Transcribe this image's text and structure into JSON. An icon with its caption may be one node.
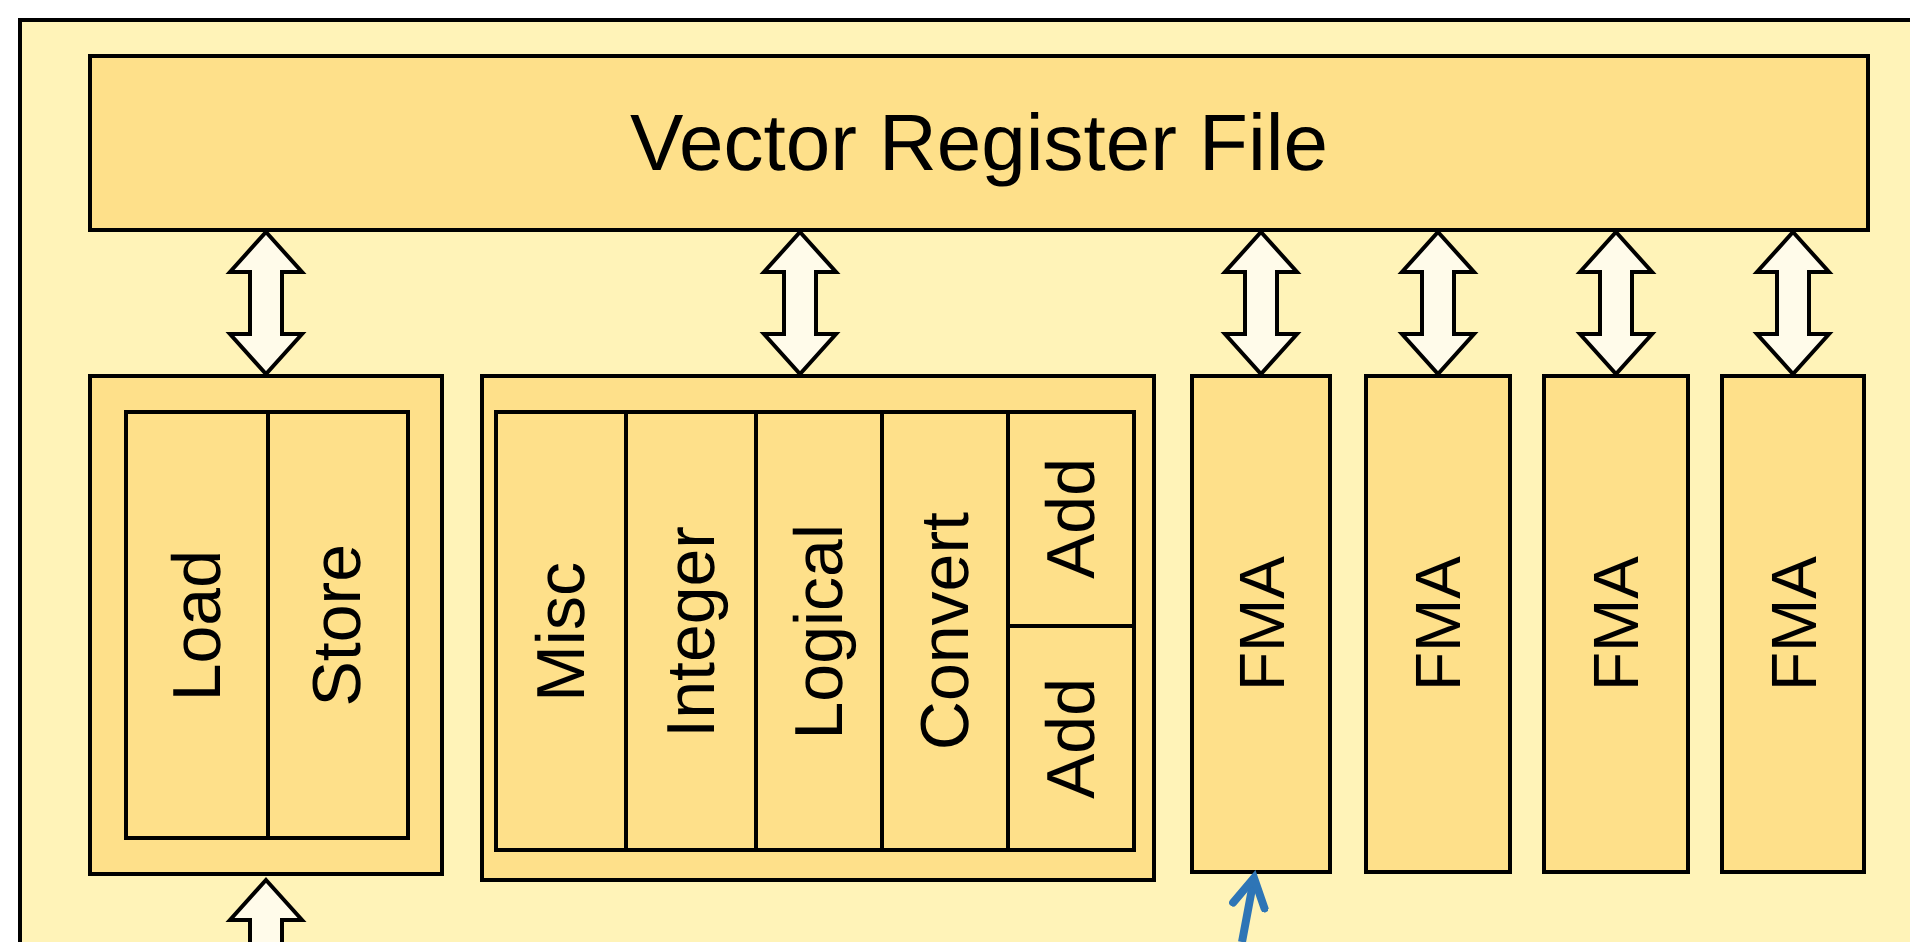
{
  "diagram": {
    "nodes": [
      {
        "text": [],
        "shape": "box"
      },
      {
        "text": [
          "Vector Register File"
        ],
        "in": 0
      },
      {
        "text": [],
        "shape": "box",
        "in": 0
      },
      {
        "text": [
          "Load"
        ],
        "in": 2
      },
      {
        "text": [
          "Store"
        ],
        "in": 2
      },
      {
        "text": [],
        "shape": "box",
        "in": 0
      },
      {
        "text": [
          "Misc"
        ],
        "in": 5
      },
      {
        "text": [
          "Integer"
        ],
        "in": 5
      },
      {
        "text": [
          "Logical"
        ],
        "in": 5
      },
      {
        "text": [
          "Convert"
        ],
        "in": 5
      },
      {
        "text": [
          "Add"
        ],
        "in": 5
      },
      {
        "text": [
          "Add"
        ],
        "in": 5
      },
      {
        "text": [
          "FMA"
        ],
        "in": 0
      },
      {
        "text": [
          "FMA"
        ],
        "in": 0
      },
      {
        "text": [
          "FMA"
        ],
        "in": 0
      },
      {
        "text": [
          "FMA"
        ],
        "in": 0
      }
    ],
    "edges": [
      {
        "from": 1,
        "to": 2,
        "arrow": "both"
      },
      {
        "from": 1,
        "to": 5,
        "arrow": "both"
      },
      {
        "from": 1,
        "to": 12,
        "arrow": "both"
      },
      {
        "from": 1,
        "to": 13,
        "arrow": "both"
      },
      {
        "from": 1,
        "to": 14,
        "arrow": "both"
      },
      {
        "from": 1,
        "to": 15,
        "arrow": "both"
      },
      {
        "from": null,
        "to": 2,
        "arrow": "to"
      },
      {
        "from": null,
        "to": 12,
        "arrow": "to",
        "color": "#2e75b6"
      }
    ]
  }
}
